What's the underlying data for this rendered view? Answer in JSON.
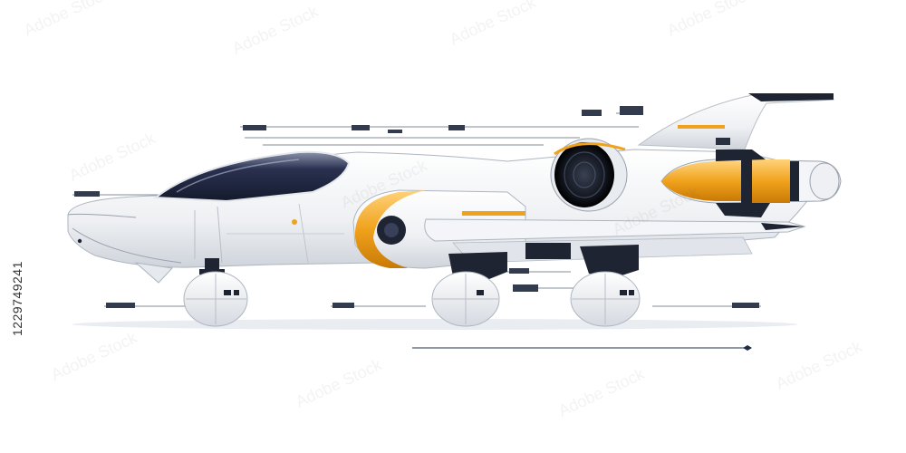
{
  "image": {
    "kind": "stock-illustration",
    "subject": "white-and-orange futuristic hover car / spaceship on three wheels with technical blueprint annotations",
    "background_color": "#ffffff",
    "colors": {
      "hull": "#f4f5f7",
      "hull_shade": "#d9dde3",
      "accent_orange": "#f0a21c",
      "canopy_dark": "#1c2338",
      "engine_dark": "#1a1f2b",
      "line_navy": "#1f2d4a"
    }
  },
  "watermark": {
    "repeated_text": "Adobe Stock",
    "stock_id": "1229749241"
  }
}
